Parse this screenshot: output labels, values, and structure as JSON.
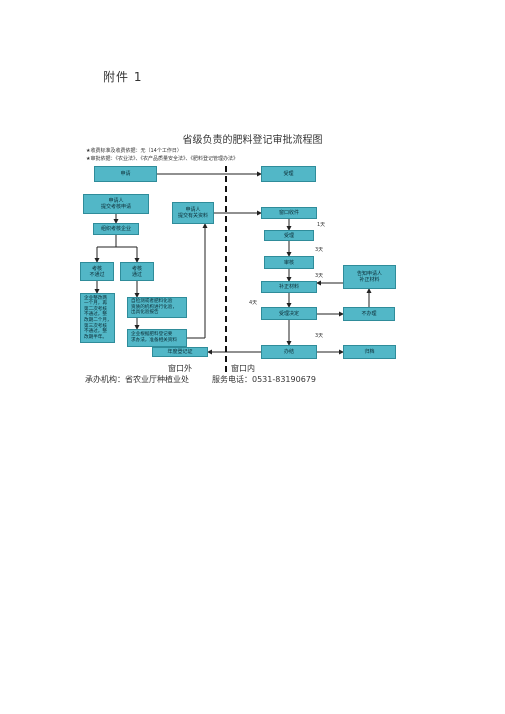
{
  "annex": "附件 1",
  "title": "省级负责的肥料登记审批流程图",
  "notes": [
    "★收费标准及收费依据：无（14个工作日）",
    "★审批依据：《农业法》、《农产品质量安全法》、《肥料登记管理办法》"
  ],
  "nodes": {
    "apply": "申请",
    "accept_top": "受理",
    "applicant_submit": "申请人\n提交考核申请",
    "org_assess": "组织考核企业",
    "applicant_docs": "申请人\n提交有关资料",
    "window_receive": "窗口收件",
    "accept2": "受理",
    "review": "审核",
    "fail": "考核\n不通过",
    "pass": "考核\n通过",
    "notify": "告知申请人\n补正材料",
    "supplement": "补正材料",
    "fail_detail": "企业整改两\n一个月，再\n第二次考核\n不通过，整\n改期二个月，\n第三次考核\n不通过，整\n改期半年。",
    "lab_test": "自检测或者肥料化验\n资质的机构进行化验，\n出具化验报告",
    "decision": "受理决定",
    "reject": "不办理",
    "company_submit": "企业根据肥料登记要\n求办法，准备相关资料",
    "annual_register": "年度登记证",
    "issue": "办结",
    "archive": "归档"
  },
  "days": [
    "1天",
    "3天",
    "3天",
    "4天",
    "3天"
  ],
  "window_out": "窗口外",
  "window_in": "窗口内",
  "footer_org": "承办机构：省农业厅种植业处",
  "footer_phone": "服务电话：0531-83190679"
}
